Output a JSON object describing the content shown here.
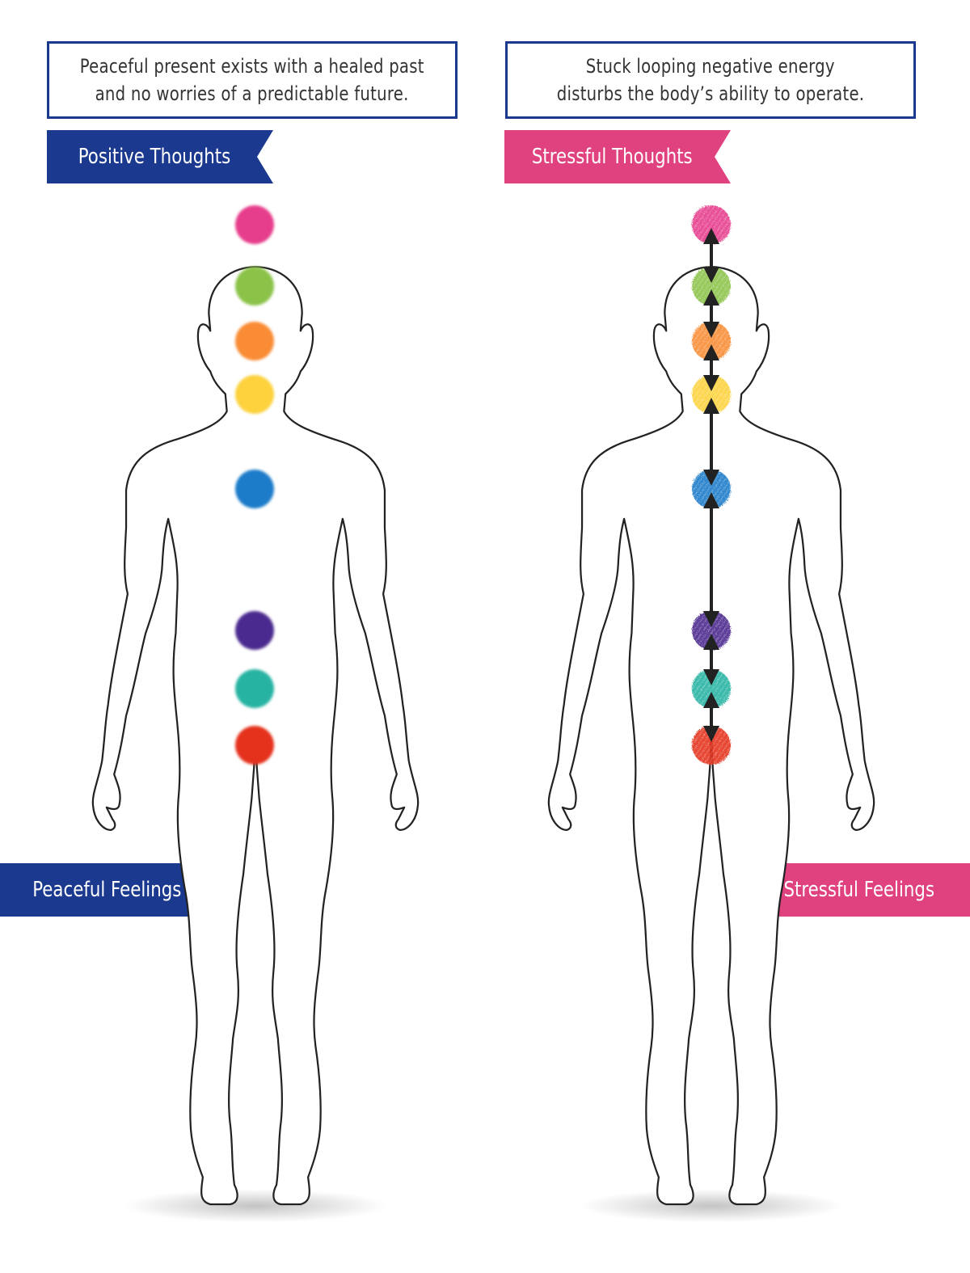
{
  "left_panel": {
    "description_lines": [
      "Peaceful present exists with a healed past",
      "and no worries of a predictable future."
    ],
    "top_banner": "Positive Thoughts",
    "bottom_banner": "Peaceful Feelings"
  },
  "right_panel": {
    "description_lines": [
      "Stuck looping negative energy",
      "disturbs the body’s ability to operate."
    ],
    "top_banner": "Stressful Thoughts",
    "bottom_banner": "Stressful Feelings"
  },
  "colors": {
    "positive_blue": "#1b3a8f",
    "stress_pink": "#e0417f",
    "energy_centers": [
      "#e63e8c",
      "#8bc34a",
      "#f98c34",
      "#fdd23d",
      "#1f7bc9",
      "#4c2a8f",
      "#27b3a2",
      "#e5331f"
    ]
  }
}
